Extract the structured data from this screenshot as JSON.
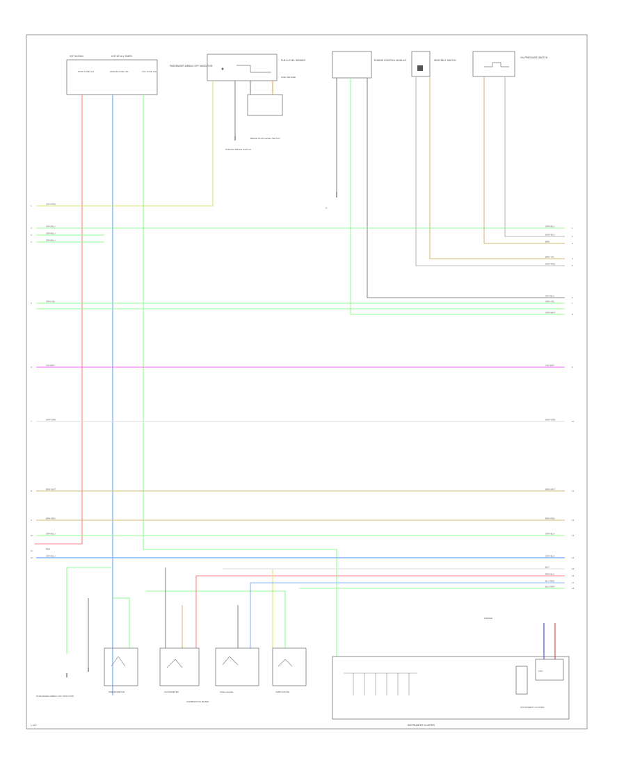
{
  "diagram": {
    "footer_left": "1 of 2",
    "footer_right": "INSTRUMENT CLUSTER",
    "top_components": [
      "HOT IN RUN",
      "HOT AT ALL TIMES",
      "STOP FUSE 10A",
      "ENGINE FUSE 15A",
      "TAIL FUSE 10A",
      "PASSENGER AIRBAG OFF INDICATOR",
      "FUEL LEVEL SENDER",
      "FUEL SENDER",
      "BRAKE FLUID LEVEL SWITCH",
      "PARKING BRAKE SWITCH",
      "ENGINE CONTROL MODULE",
      "SEAT BELT SWITCH",
      "OIL PRESSURE SWITCH"
    ],
    "bottom_components": [
      "PASSENGER AIRBAG OFF INDICATOR",
      "COMBINATION METER",
      "SPEEDOMETER",
      "TACHOMETER",
      "FUEL GAUGE",
      "TEMP GAUGE",
      "INSTRUMENT CLUSTER",
      "DIMMER",
      "CPU"
    ],
    "left_wires": [
      {
        "num": "1",
        "label": "GRN-RED"
      },
      {
        "num": "2",
        "label": "GRN-BLU"
      },
      {
        "num": "3",
        "label": "GRN-BLU"
      },
      {
        "num": "4",
        "label": "GRN-BLU"
      },
      {
        "num": "5",
        "label": "GRN-YEL"
      },
      {
        "num": "6",
        "label": "VIO-WHT"
      },
      {
        "num": "7",
        "label": "WHT-GRN"
      },
      {
        "num": "8",
        "label": "BRN-WHT"
      },
      {
        "num": "9",
        "label": "BRN-RED"
      },
      {
        "num": "10",
        "label": "GRN-BLU"
      },
      {
        "num": "11",
        "label": "RED"
      },
      {
        "num": "12",
        "label": "GRN-BLU"
      }
    ],
    "right_wires": [
      {
        "num": "1",
        "label": "GRN-BLU"
      },
      {
        "num": "2",
        "label": "WHT-BLU"
      },
      {
        "num": "3",
        "label": "BRN"
      },
      {
        "num": "4",
        "label": "BRN-YEL"
      },
      {
        "num": "5",
        "label": "WHT-RED"
      },
      {
        "num": "6",
        "label": "GRY-BLK"
      },
      {
        "num": "7",
        "label": "GRN-YEL"
      },
      {
        "num": "8",
        "label": "GRN-WHT"
      },
      {
        "num": "9",
        "label": "VIO-WHT"
      },
      {
        "num": "10",
        "label": "WHT-GRN"
      },
      {
        "num": "11",
        "label": "BRN-WHT"
      },
      {
        "num": "12",
        "label": "BRN-RED"
      },
      {
        "num": "13",
        "label": "GRN-BLU"
      },
      {
        "num": "14",
        "label": "GRN-BLU"
      },
      {
        "num": "15",
        "label": "BLK"
      },
      {
        "num": "16",
        "label": "RED-BLK"
      },
      {
        "num": "17",
        "label": "BLU-RED"
      },
      {
        "num": "18",
        "label": "BLU-GRN"
      }
    ],
    "colors": {
      "red": "#ff8080",
      "blue": "#80b8ff",
      "green": "#90ff90",
      "yellow_green": "#d8e870",
      "violet": "#ff60ff",
      "tan": "#d8b870",
      "orange": "#e8a050",
      "gray": "#b8b8b8",
      "dark_gray": "#888888",
      "frame": "#999999"
    }
  }
}
